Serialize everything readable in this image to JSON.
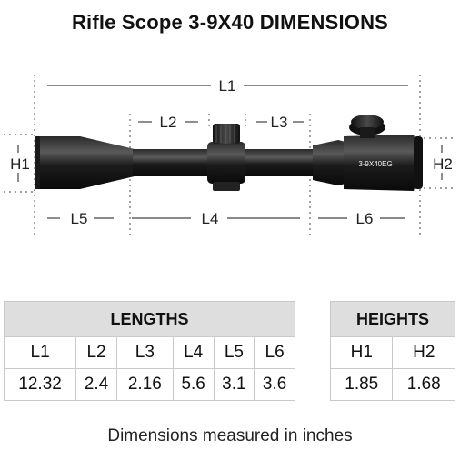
{
  "title": "Rifle Scope 3-9X40 DIMENSIONS",
  "scope_marking": "3-9X40EG",
  "dimension_labels": {
    "L1": "L1",
    "L2": "L2",
    "L3": "L3",
    "L4": "L4",
    "L5": "L5",
    "L6": "L6",
    "H1": "H1",
    "H2": "H2"
  },
  "lengths_table": {
    "header": "LENGTHS",
    "columns": [
      "L1",
      "L2",
      "L3",
      "L4",
      "L5",
      "L6"
    ],
    "values": [
      "12.32",
      "2.4",
      "2.16",
      "5.6",
      "3.1",
      "3.6"
    ]
  },
  "heights_table": {
    "header": "HEIGHTS",
    "columns": [
      "H1",
      "H2"
    ],
    "values": [
      "1.85",
      "1.68"
    ]
  },
  "footer": "Dimensions measured in inches"
}
